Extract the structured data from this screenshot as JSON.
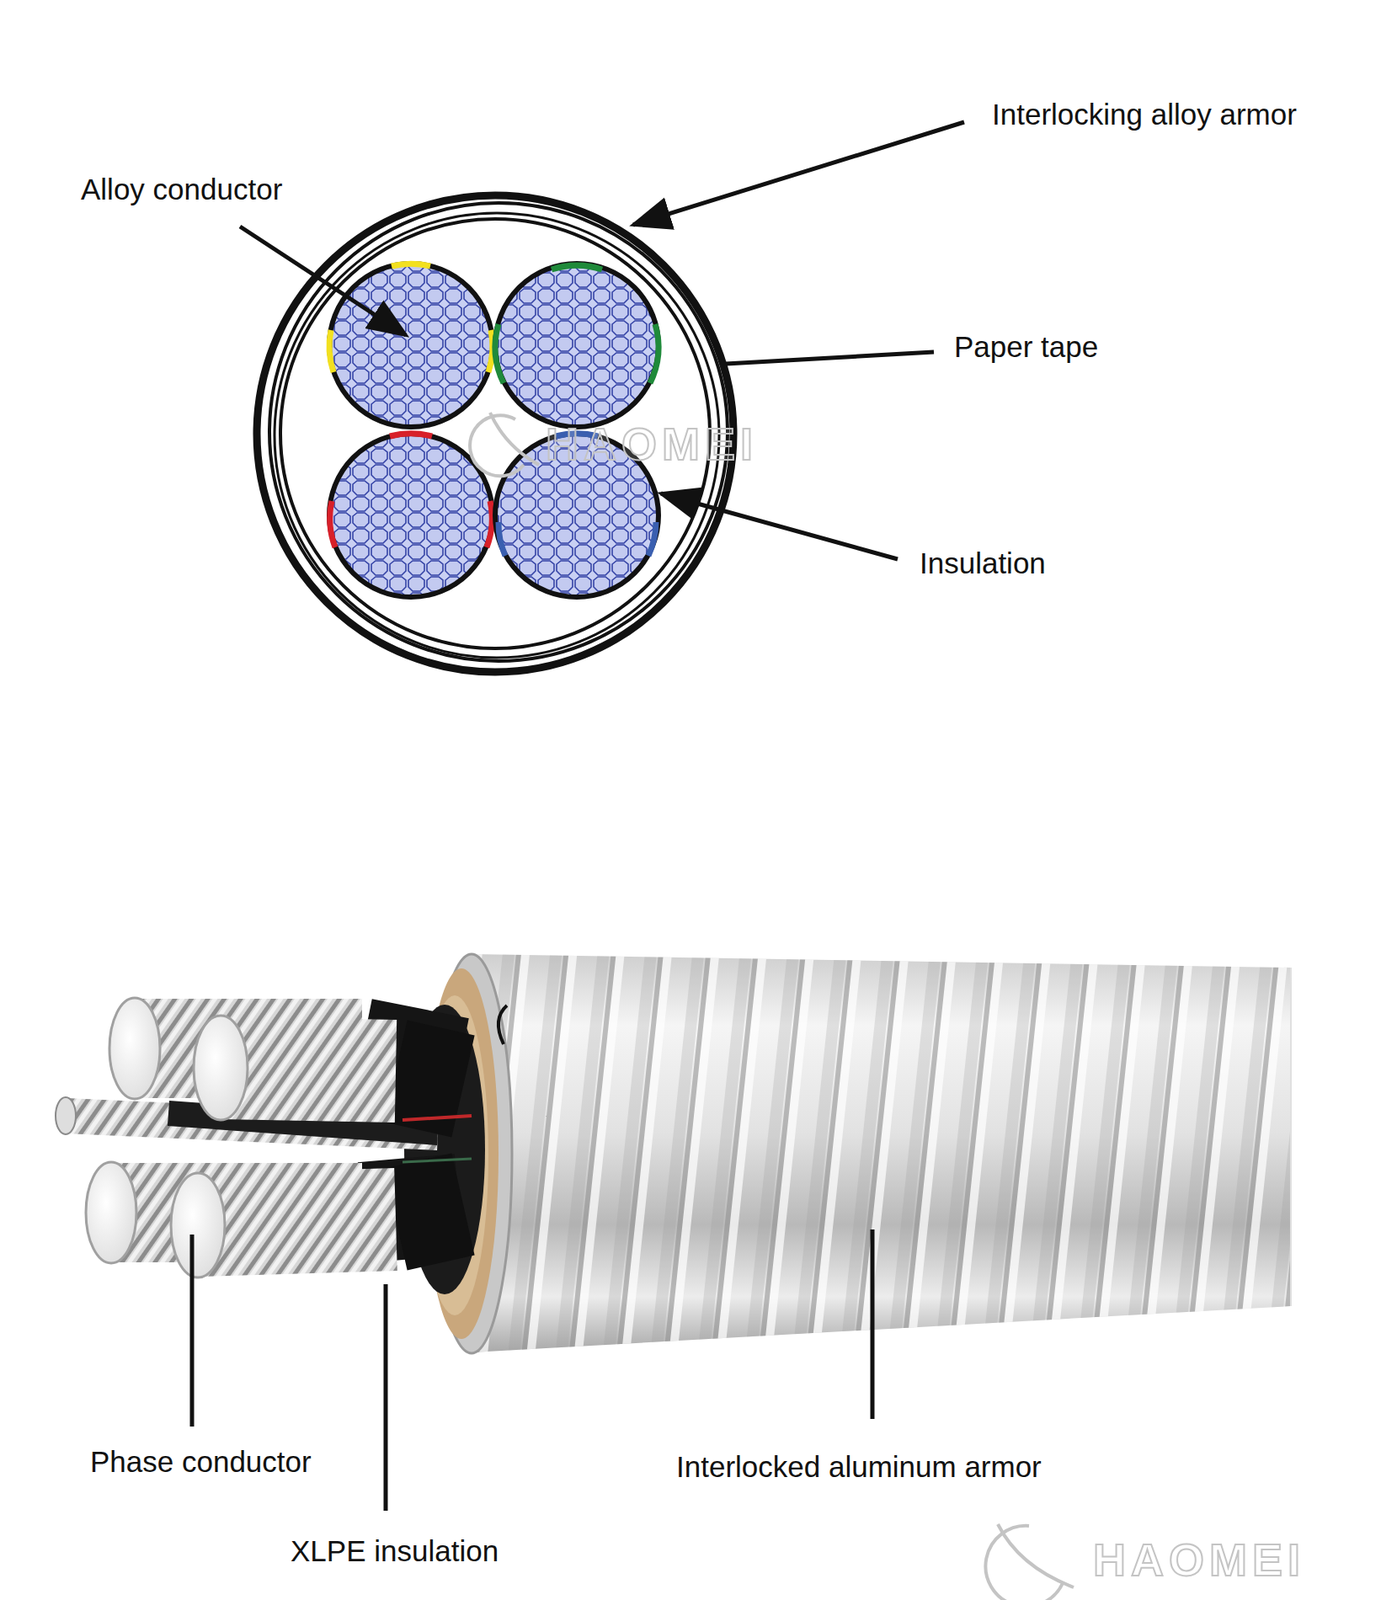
{
  "diagram": {
    "labels": [
      "Interlocking alloy armor",
      "Alloy conductor",
      "Paper tape",
      "HAOMEI",
      "Insulation",
      "Phase conductor",
      "Interlocked aluminum armor",
      "XLPE insulation",
      "HAOMEI"
    ]
  }
}
